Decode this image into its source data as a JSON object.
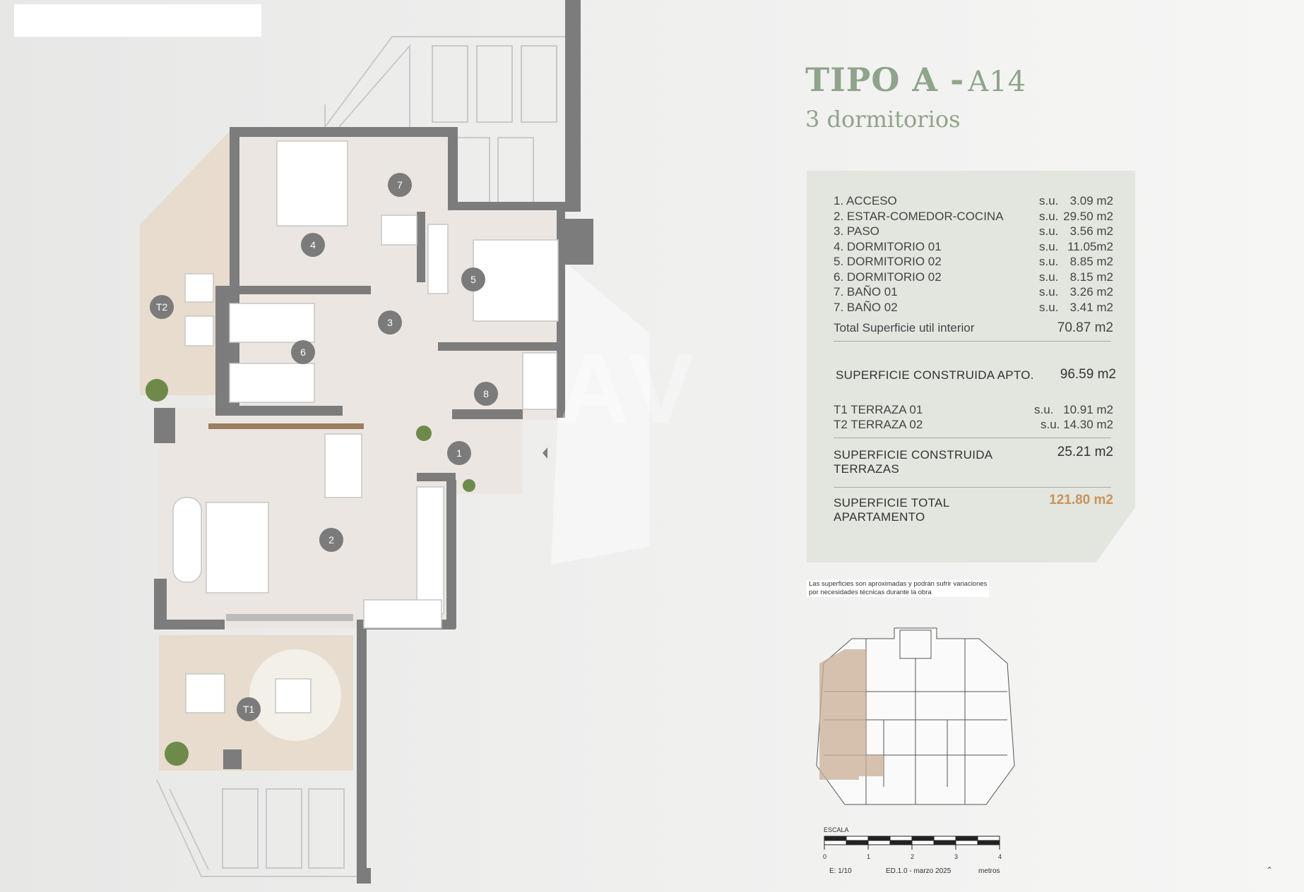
{
  "header": {
    "type_bold": "TIPO A -",
    "type_unit": "A14",
    "subtitle": "3 dormitorios"
  },
  "rooms": [
    {
      "label": "1. ACCESO",
      "su": "s.u.",
      "value": "3.09 m2"
    },
    {
      "label": "2. ESTAR-COMEDOR-COCINA",
      "su": "s.u.",
      "value": "29.50 m2"
    },
    {
      "label": "3. PASO",
      "su": "s.u.",
      "value": "3.56 m2"
    },
    {
      "label": "4. DORMITORIO 01",
      "su": "s.u.",
      "value": "11.05m2"
    },
    {
      "label": "5. DORMITORIO 02",
      "su": "s.u.",
      "value": "8.85 m2"
    },
    {
      "label": "6. DORMITORIO 02",
      "su": "s.u.",
      "value": "8.15 m2"
    },
    {
      "label": "7. BAÑO 01",
      "su": "s.u.",
      "value": "3.26 m2"
    },
    {
      "label": "7. BAÑO 02",
      "su": "s.u.",
      "value": "3.41 m2"
    }
  ],
  "totals": {
    "util_label": "Total Superficie util interior",
    "util_value": "70.87 m2",
    "construida_label": "SUPERFICIE CONSTRUIDA APTO.",
    "construida_value": "96.59 m2",
    "t1_label": "T1 TERRAZA 01",
    "t1_su": "s.u.",
    "t1_value": "10.91 m2",
    "t2_label": "T2 TERRAZA 02",
    "t2_su": "s.u.",
    "t2_value": "14.30 m2",
    "terr_label_1": "SUPERFICIE CONSTRUIDA",
    "terr_label_2": "TERRAZAS",
    "terr_value": "25.21 m2",
    "total_label_1": "SUPERFICIE TOTAL",
    "total_label_2": "APARTAMENTO",
    "total_value": "121.80 m2"
  },
  "note": {
    "line1": "Las superficies son aproximadas y podrán sufrir variaciones",
    "line2": "por necesidades técnicas durante la obra"
  },
  "plan_labels": {
    "r1": "1",
    "r2": "2",
    "r3": "3",
    "r4": "4",
    "r5": "5",
    "r6": "6",
    "r7": "7",
    "r8": "8",
    "t1": "T1",
    "t2": "T2"
  },
  "scale": {
    "title": "ESCALA",
    "ticks": [
      "0",
      "1",
      "2",
      "3",
      "4"
    ],
    "ratio": "E: 1/10",
    "edition": "ED.1.0 - marzo 2025",
    "unit": "metros"
  },
  "colors": {
    "accent_green": "#8fa48a",
    "panel": "#e2e6df",
    "total_value": "#c8925a",
    "wall": "#7c7c7c",
    "floor": "#e9e3dc",
    "terrace": "#e7dccd",
    "label_circle": "#7b7b7b"
  }
}
